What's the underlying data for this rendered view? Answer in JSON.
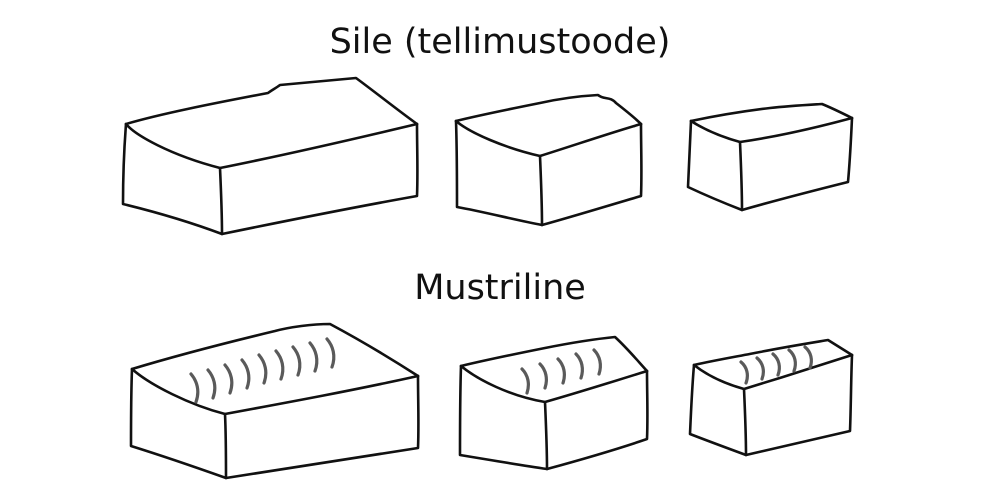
{
  "sections": {
    "smooth": {
      "title": "Sile (tellimustoode)",
      "items": [
        "large-block",
        "medium-block",
        "small-block"
      ]
    },
    "patterned": {
      "title": "Mustriline",
      "items": [
        "large-block",
        "medium-block",
        "small-block"
      ]
    }
  },
  "colors": {
    "outline": "#111111",
    "groove": "#5a5a5a",
    "background": "#ffffff"
  }
}
